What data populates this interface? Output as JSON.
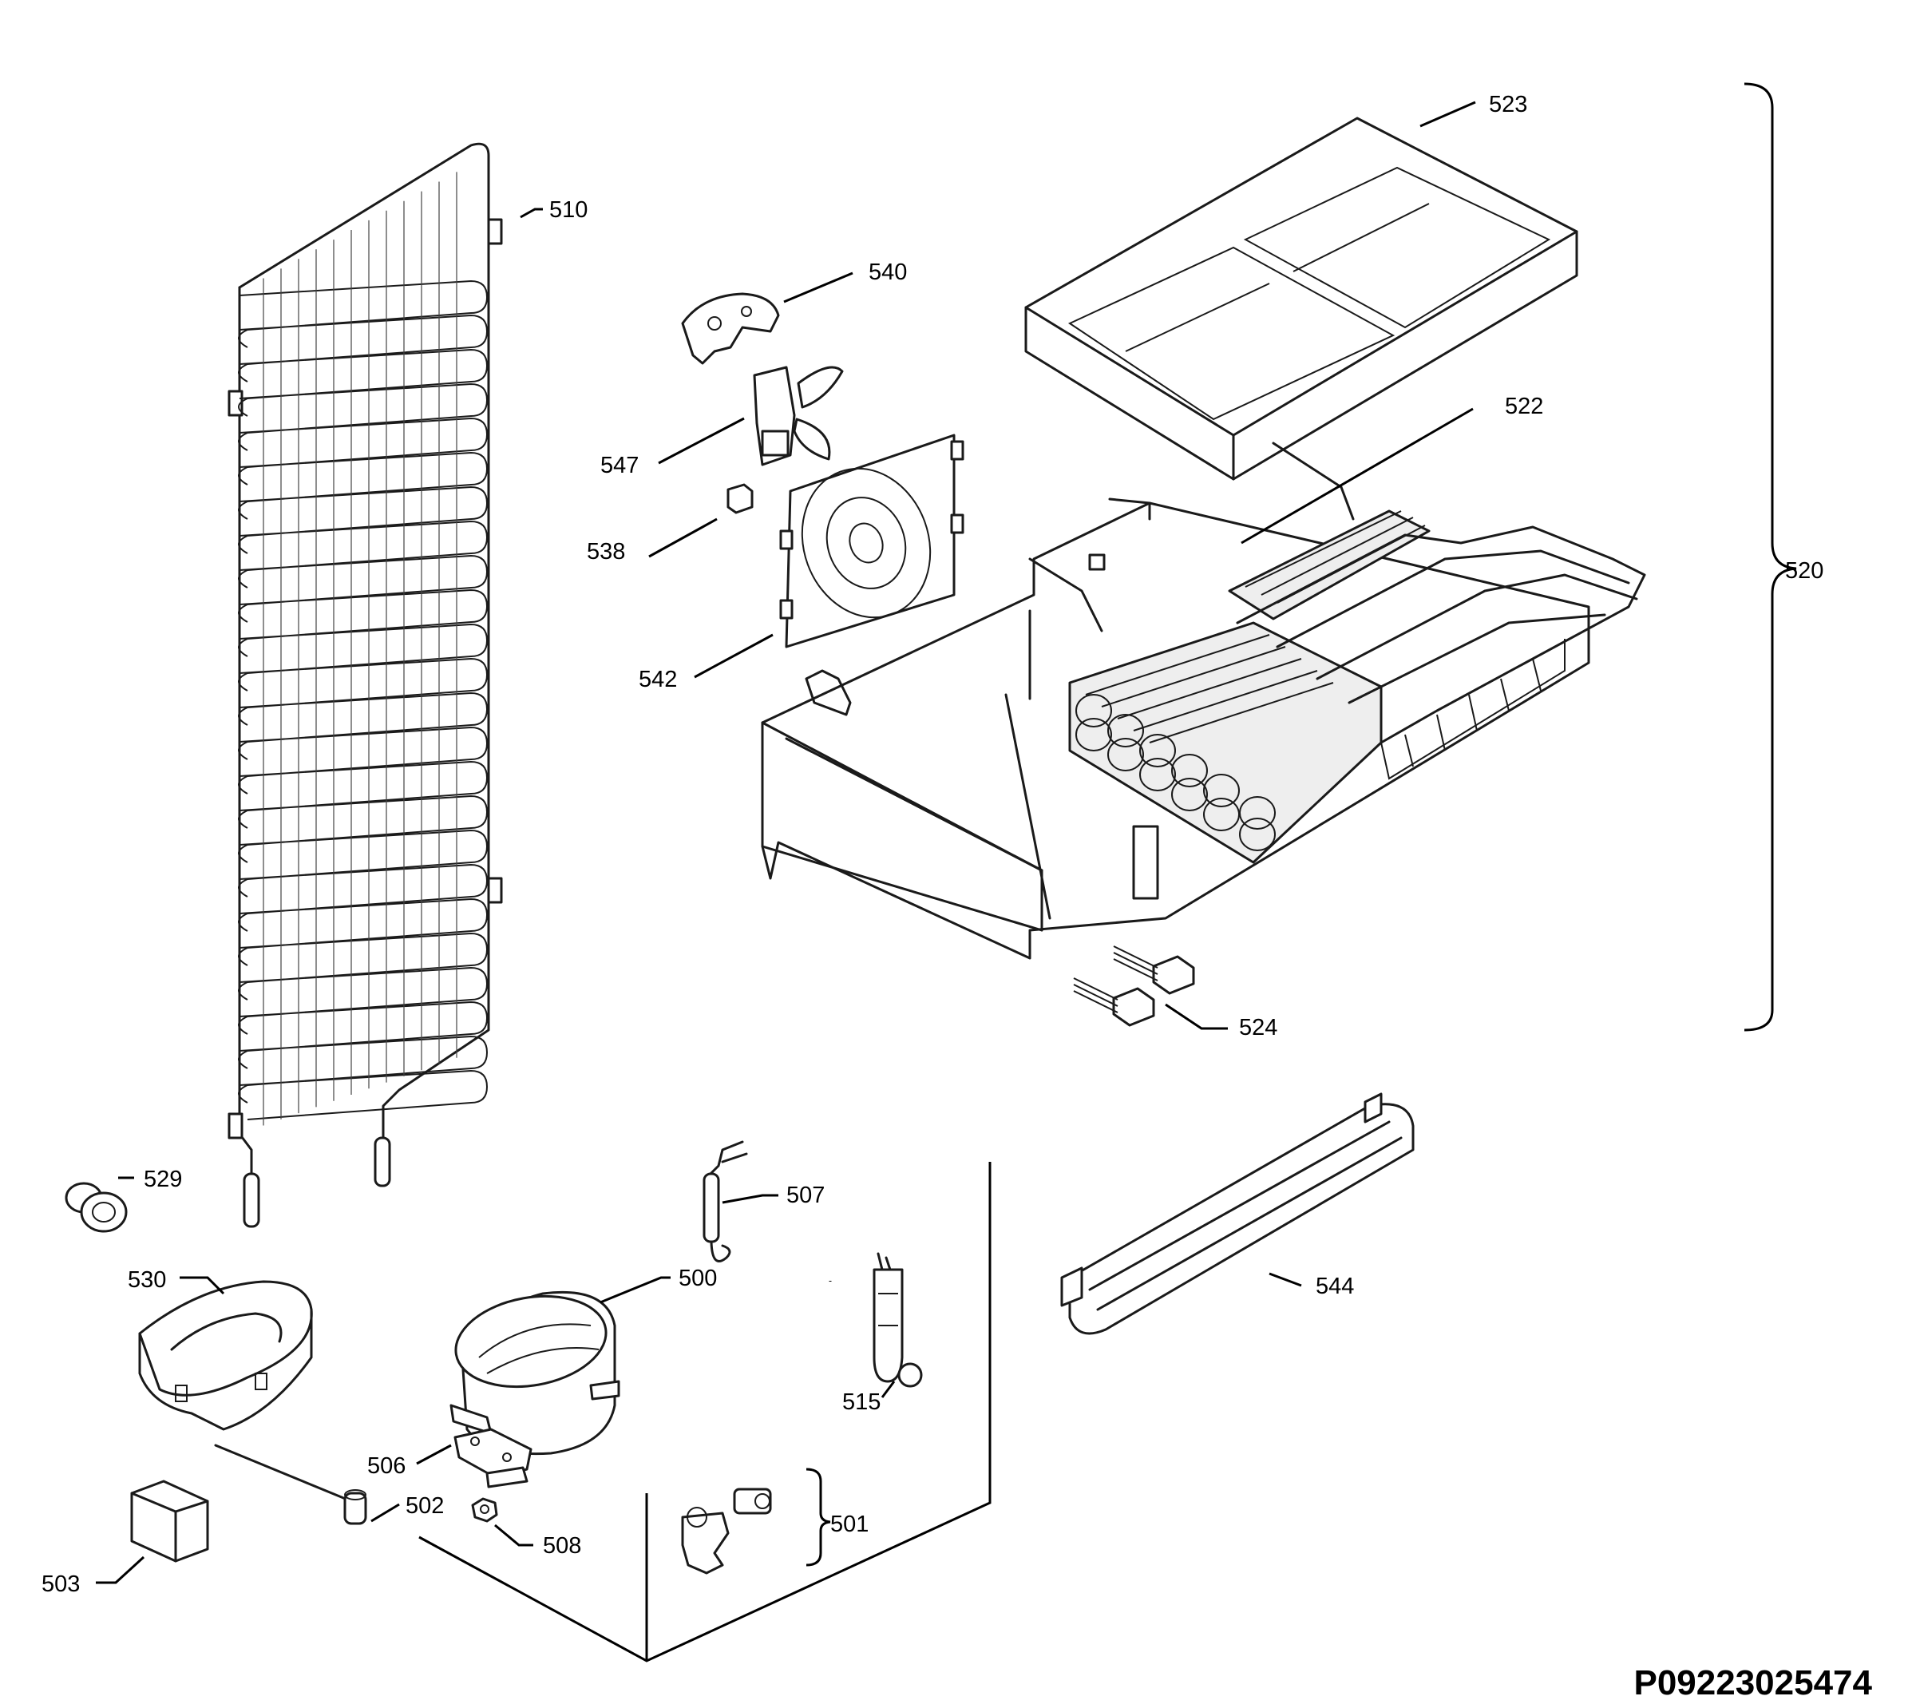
{
  "diagram": {
    "drawing_code": "P09223025474",
    "labels": {
      "l500": "500",
      "l501": "501",
      "l502": "502",
      "l503": "503",
      "l506": "506",
      "l507": "507",
      "l508": "508",
      "l510": "510",
      "l515": "515",
      "l520": "520",
      "l522": "522",
      "l523": "523",
      "l524": "524",
      "l529": "529",
      "l530": "530",
      "l538": "538",
      "l540": "540",
      "l542": "542",
      "l544": "544",
      "l547": "547"
    }
  }
}
